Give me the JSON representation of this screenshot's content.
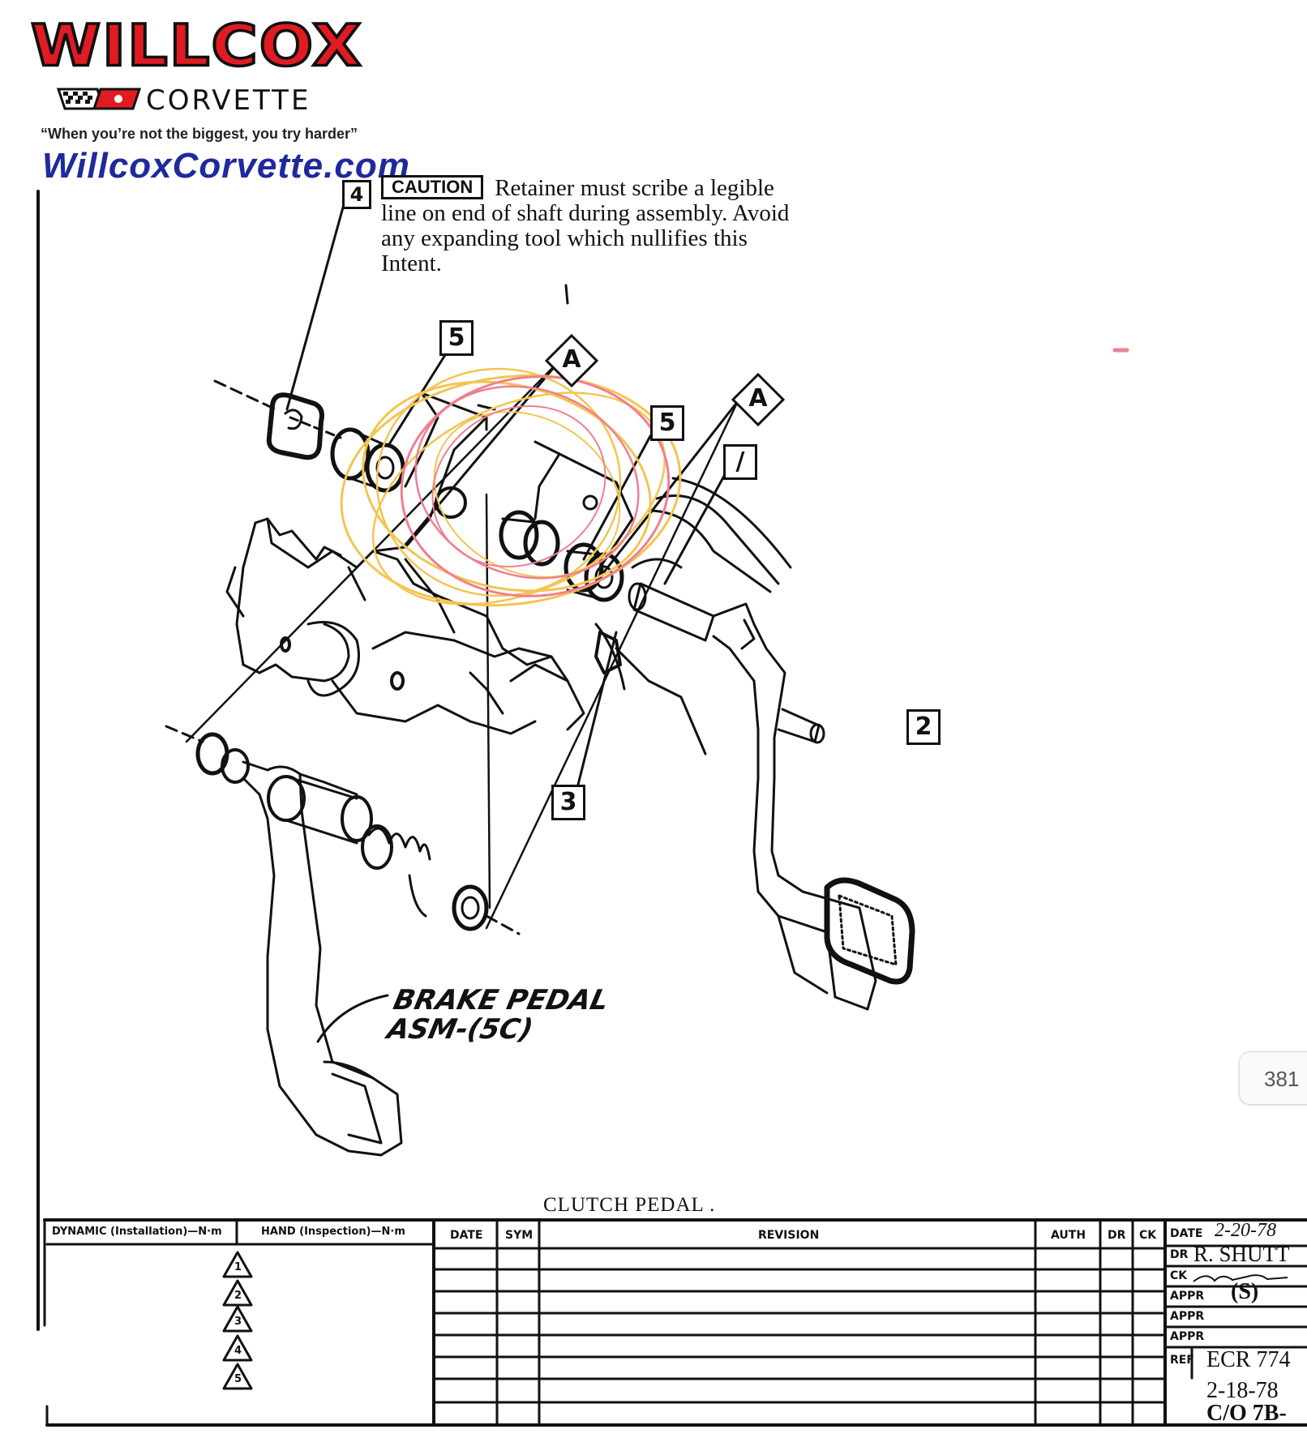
{
  "header": {
    "logo_word": "WILLCOX",
    "logo_sub": "CORVETTE",
    "tagline": "“When you’re not the biggest, you try harder”",
    "site": "WillcoxCorvette.com"
  },
  "caution": {
    "badge": "CAUTION",
    "text": "Retainer must scribe a legible line on end of shaft during assembly.   Avoid any expanding tool which nullifies this Intent."
  },
  "callouts": {
    "c4": "4",
    "c5a": "5",
    "c5b": "5",
    "ca1": "A",
    "ca2": "A",
    "c1": "/",
    "c2": "2",
    "c3": "3"
  },
  "labels": {
    "brake_line1": "BRAKE PEDAL",
    "brake_line2": "ASM-(5C)",
    "title": "CLUTCH  PEDAL ."
  },
  "page_badge": "381",
  "title_block": {
    "torque_dynamic": "DYNAMIC (Installation)—N·m",
    "torque_hand": "HAND (Inspection)—N·m",
    "triangles": [
      "1",
      "2",
      "3",
      "4",
      "5"
    ],
    "col_date": "DATE",
    "col_sym": "SYM",
    "col_revision": "REVISION",
    "col_auth": "AUTH",
    "col_dr": "DR",
    "col_ck": "CK",
    "lbl_date": "DATE",
    "val_date": "2-20-78",
    "lbl_dr": "DR",
    "val_dr": "R. SHUTT",
    "lbl_ck": "CK",
    "val_s": "(S)",
    "lbl_appr1": "APPR",
    "lbl_appr2": "APPR",
    "lbl_appr3": "APPR",
    "lbl_ref": "REF",
    "val_ref1": "ECR 774",
    "val_ref2": "2-18-78",
    "val_ref3": "C/O 7B-"
  },
  "colors": {
    "logo_red": "#e11b22",
    "site_blue": "#1e2a9c",
    "markup_yellow": "#f2c552",
    "markup_pink": "#ef7f8f"
  }
}
